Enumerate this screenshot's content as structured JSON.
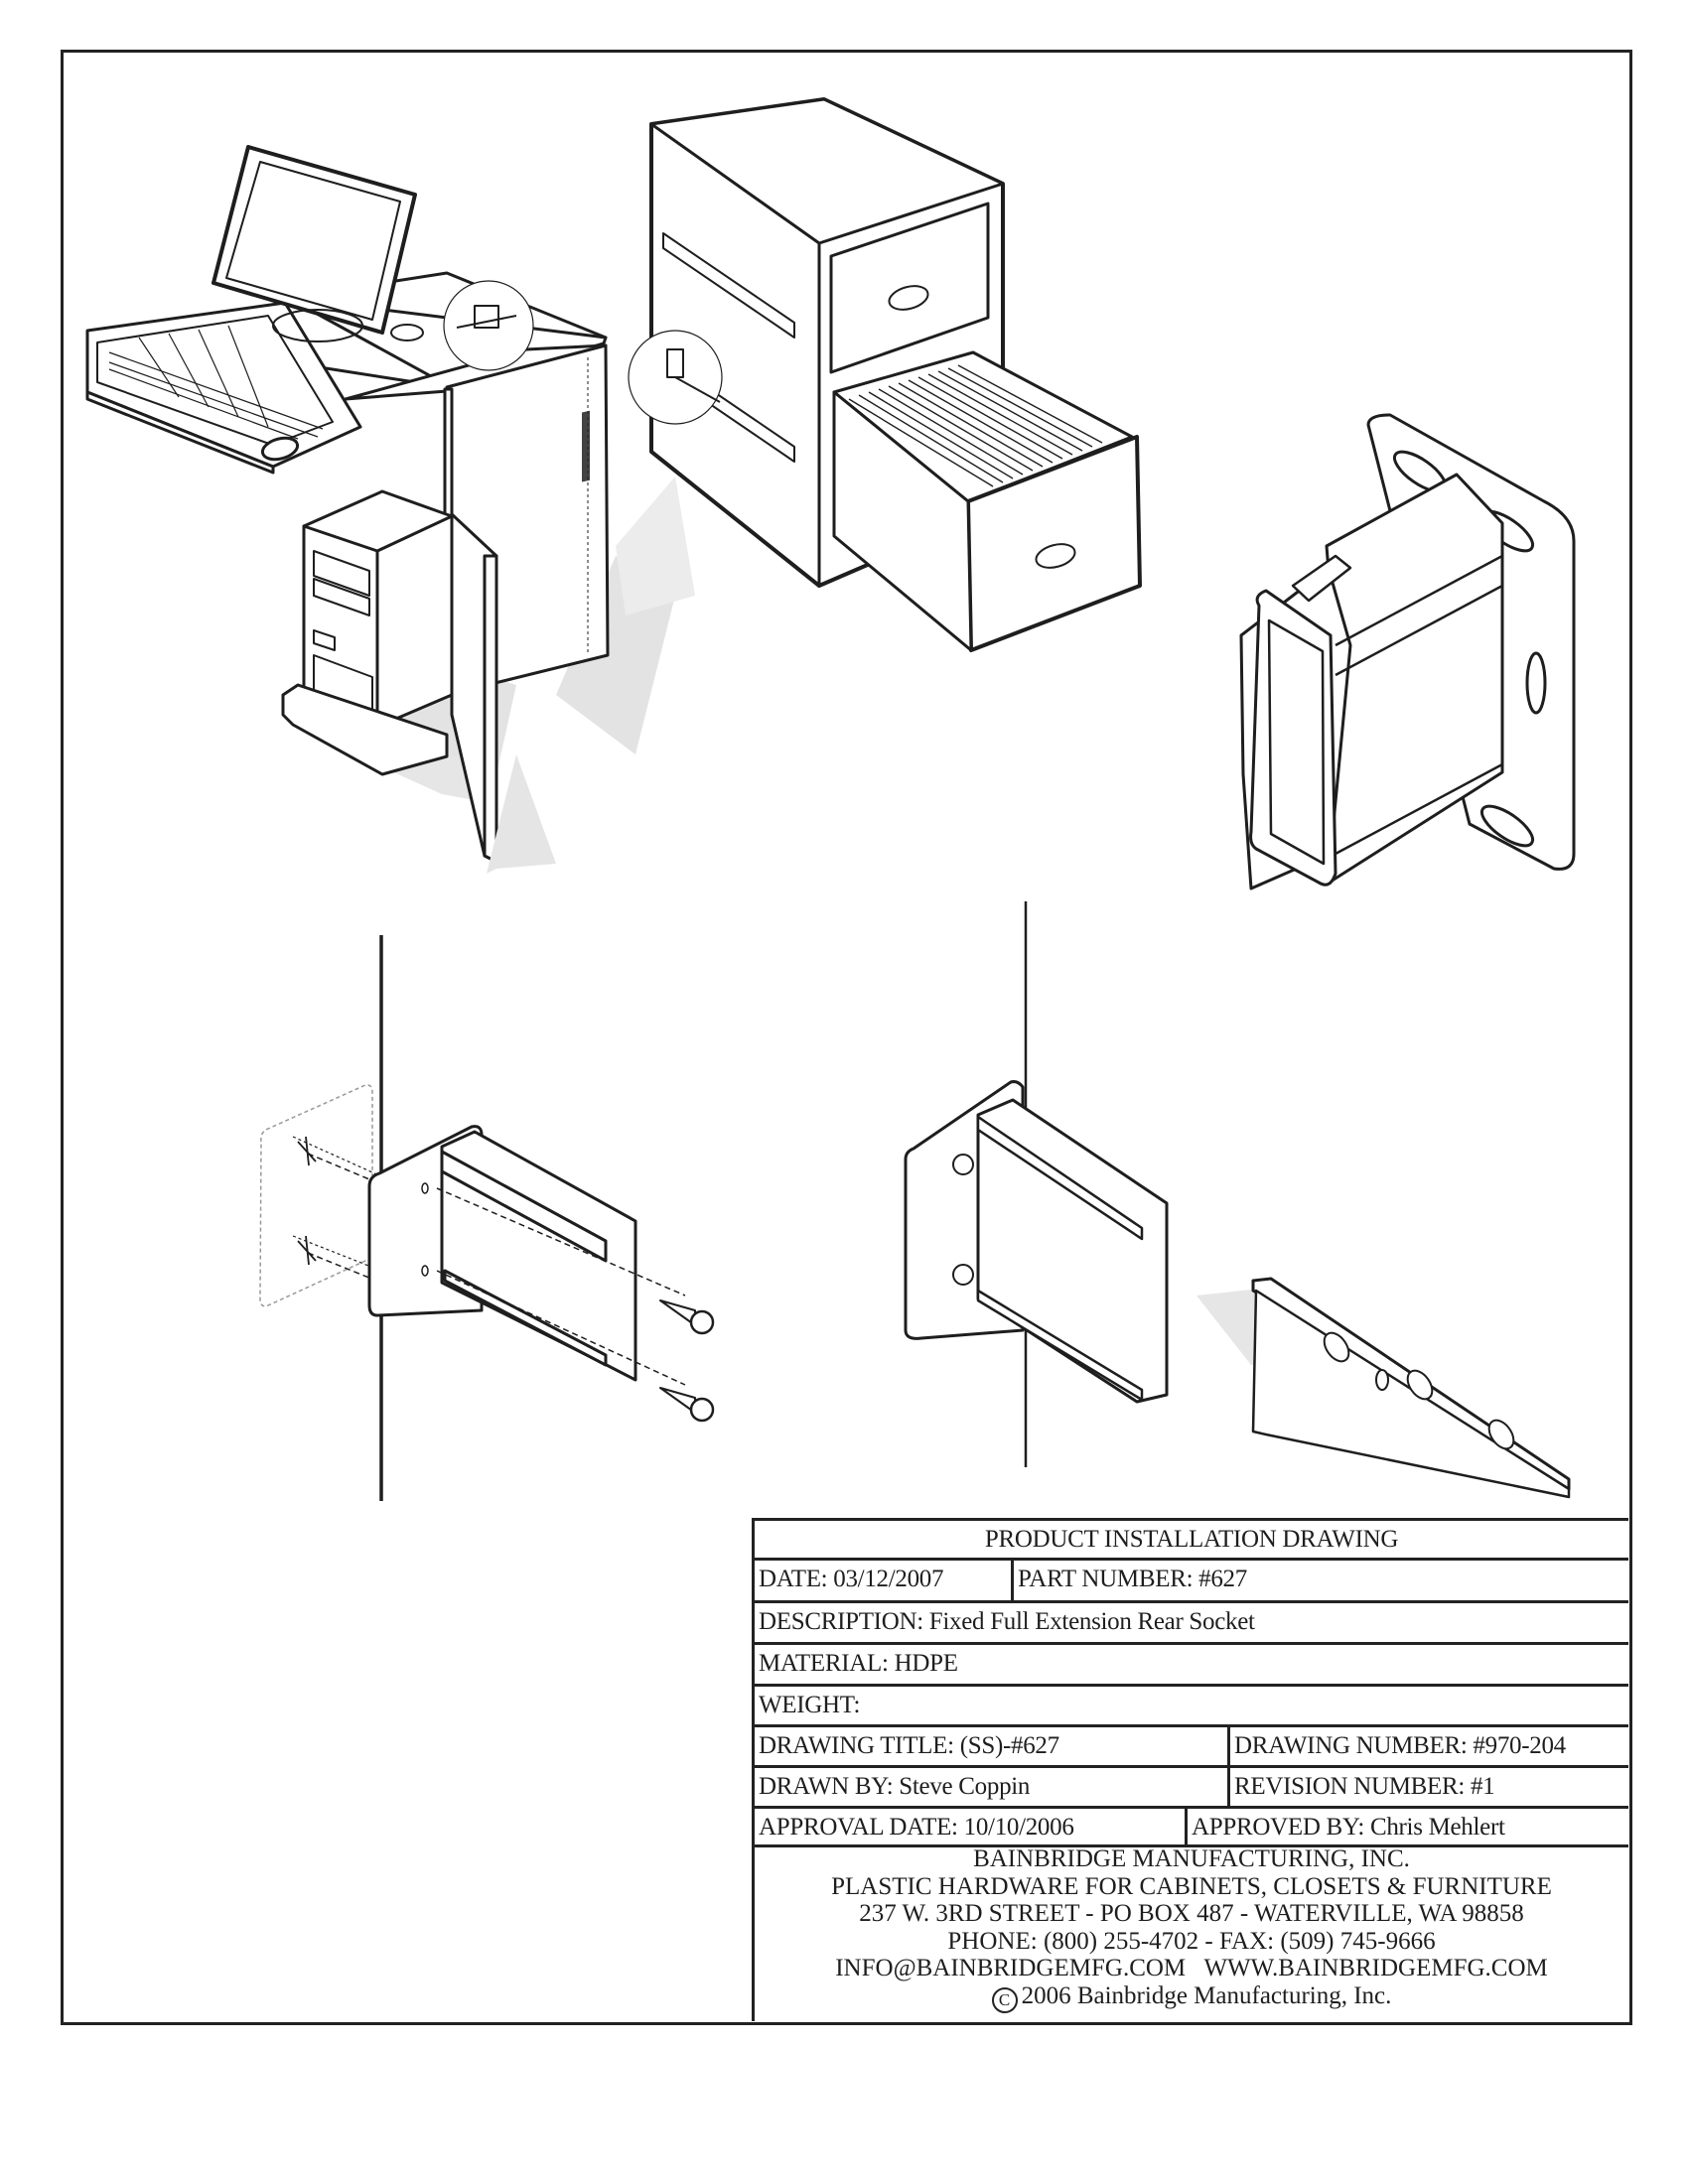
{
  "title_block": {
    "heading": "PRODUCT INSTALLATION DRAWING",
    "date": "DATE: 03/12/2007",
    "part_number": "PART NUMBER: #627",
    "description": "DESCRIPTION: Fixed Full Extension Rear Socket",
    "material": "MATERIAL: HDPE",
    "weight": "WEIGHT:",
    "drawing_title": "DRAWING TITLE: (SS)-#627",
    "drawing_number": "DRAWING NUMBER: #970-204",
    "drawn_by": "DRAWN BY: Steve Coppin",
    "revision_number": "REVISION NUMBER: #1",
    "approval_date": "APPROVAL DATE: 10/10/2006",
    "approved_by": "APPROVED BY: Chris Mehlert"
  },
  "company": {
    "name": "BAINBRIDGE MANUFACTURING, INC.",
    "tagline": "PLASTIC HARDWARE FOR CABINETS, CLOSETS & FURNITURE",
    "address": "237 W. 3RD STREET - PO BOX 487 - WATERVILLE, WA 98858",
    "phone_fax": "PHONE: (800) 255-4702 - FAX: (509) 745-9666",
    "email_web": "INFO@BAINBRIDGEMFG.COM   WWW.BAINBRIDGEMFG.COM",
    "copyright_symbol": "C",
    "copyright": "2006 Bainbridge Manufacturing, Inc."
  },
  "illustrations": {
    "computer_desk": "computer-desk-with-pullout-shelves",
    "filing_cabinet": "filing-cabinet-with-drawer-slides",
    "rear_socket": "rear-socket-part-isometric",
    "install_step_screws": "socket-mounted-with-screws",
    "install_step_slide": "drawer-slide-inserted-into-socket"
  },
  "colors": {
    "ink": "#1e1e1e",
    "shadow": "#d9d9d9",
    "arrow": "#e6e6e6"
  }
}
